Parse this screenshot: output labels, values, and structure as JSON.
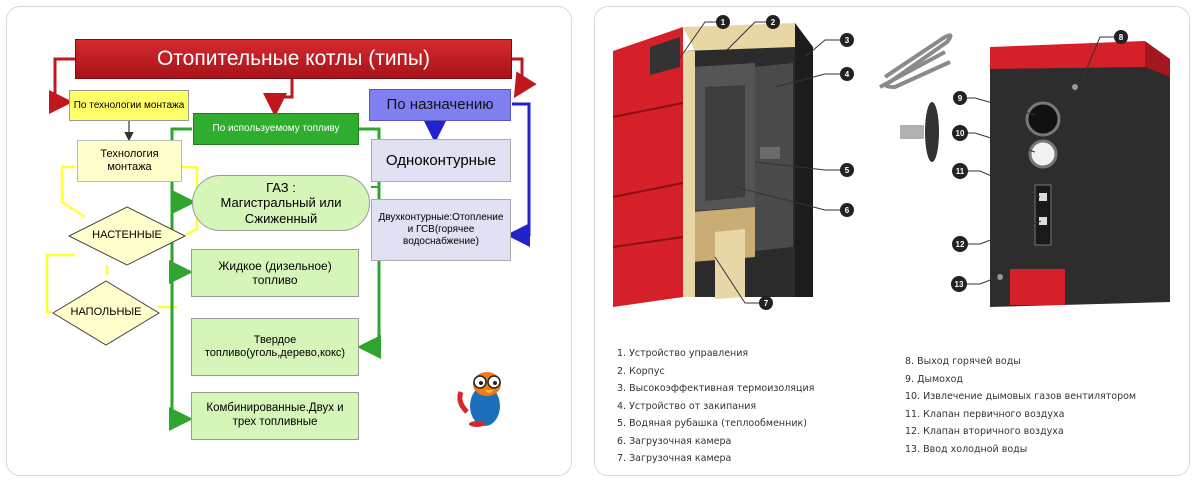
{
  "left": {
    "title": "Отопительные котлы (типы)",
    "install_tech": "По технологии монтажа",
    "install_tech_sub": "Технология монтажа",
    "wall": "НАСТЕННЫЕ",
    "floor": "НАПОЛЬНЫЕ",
    "fuel": "По используемому топливу",
    "gas": "ГАЗ :\nМагистральный или Сжиженный",
    "liquid": "Жидкое (дизельное) топливо",
    "solid": "Твердое топливо(уголь,дерево,кокс)",
    "combined": "Комбинированные.Двух и трех топливные",
    "purpose": "По назначению",
    "single": "Одноконтурные",
    "double": "Двухконтурные:Отопление и ГСВ(горячее водоснабжение)"
  },
  "right": {
    "callouts": [
      "1",
      "2",
      "3",
      "4",
      "5",
      "6",
      "7",
      "8",
      "9",
      "10",
      "11",
      "12",
      "13"
    ],
    "legend_left": [
      "1. Устройство управления",
      "2. Корпус",
      "3. Высокоэффективная термоизоляция",
      "4. Устройство от закипания",
      "5. Водяная рубашка (теплообменник)",
      "6. Загрузочная камера",
      "7. Загрузочная камера"
    ],
    "legend_right": [
      "8. Выход горячей воды",
      "9. Дымоход",
      "10. Извлечение дымовых газов вентилятором",
      "11. Клапан первичного воздуха",
      "12. Клапан вторичного воздуха",
      "13. Ввод холодной воды"
    ]
  },
  "colors": {
    "title_red": "#c0171f",
    "flow_green": "#2fa52f",
    "flow_blue": "#2222cc",
    "yellow_box": "#ffff66",
    "purple_box": "#7b7bef",
    "boiler_red": "#d5202a"
  }
}
